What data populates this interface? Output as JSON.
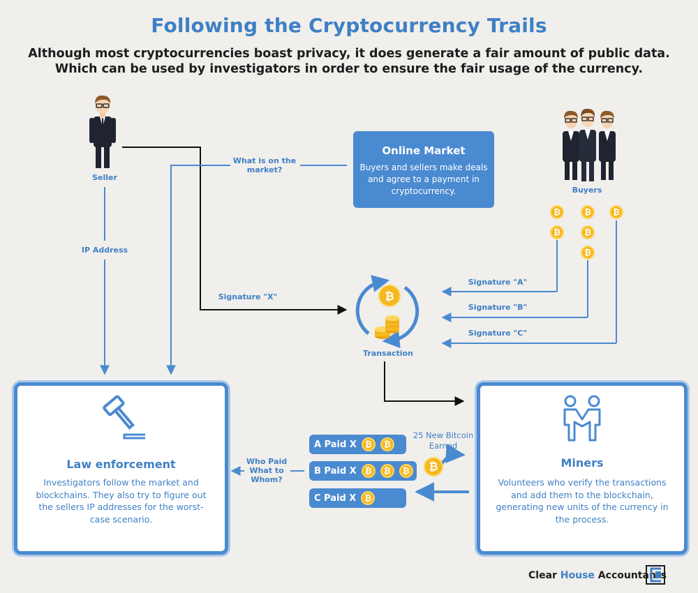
{
  "header": {
    "title": "Following the Cryptocurrency Trails",
    "subtitle": "Although most cryptocurrencies boast privacy, it does generate a fair amount of public data. Which can be used by investigators in order to ensure the fair usage of the currency."
  },
  "actors": {
    "seller_label": "Seller",
    "buyers_label": "Buyers"
  },
  "online_market": {
    "title": "Online Market",
    "description": "Buyers and sellers make deals and agree to a payment in cryptocurrency."
  },
  "flow_labels": {
    "what_on_market_line1": "What is on the",
    "what_on_market_line2": "market?",
    "ip_address": "IP Address",
    "signature_x": "Signature \"X\"",
    "signature_a": "Signature \"A\"",
    "signature_b": "Signature \"B\"",
    "signature_c": "Signature \"C\"",
    "transaction": "Transaction",
    "who_paid_line1": "Who Paid",
    "who_paid_line2": "What to",
    "who_paid_line3": "Whom?",
    "new_bitcoin_line1": "25 New Bitcoin",
    "new_bitcoin_line2": "Earned"
  },
  "law_enforcement": {
    "title": "Law enforcement",
    "description": "Investigators follow the market and blockchains. They also try to figure out the sellers IP addresses for the worst-case scenario."
  },
  "miners": {
    "title": "Miners",
    "description": "Volunteers who verify the transactions and add them to the blockchain, generating new units of the currency in the process."
  },
  "ledger": {
    "rows": [
      {
        "label": "A Paid X",
        "coins": 2
      },
      {
        "label": "B Paid X",
        "coins": 3
      },
      {
        "label": "C Paid X",
        "coins": 1
      }
    ]
  },
  "buyer_coins": {
    "a": 2,
    "b": 3,
    "c": 1
  },
  "coin_symbol": "₿",
  "footer": {
    "brand_part1": "Clear ",
    "brand_part2": "House",
    "brand_part3": " Accountants"
  },
  "colors": {
    "accent_blue": "#4a8ad0",
    "coin_gold": "#f5b820",
    "background": "#f0efec"
  },
  "icons": [
    "businessman-icon",
    "businessmen-group-icon",
    "bitcoin-coin-icon",
    "cycle-arrows-icon",
    "coin-stack-icon",
    "gavel-icon",
    "handshake-icon",
    "clear-house-logo"
  ]
}
